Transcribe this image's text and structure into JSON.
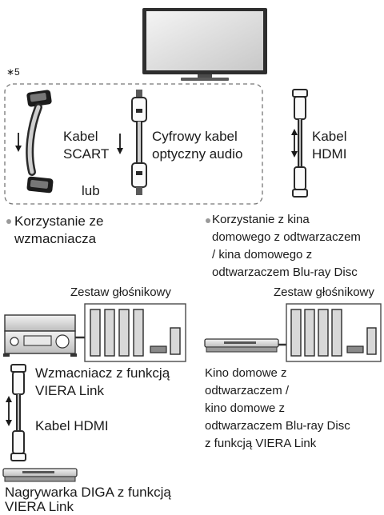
{
  "footnote_mark": "∗5",
  "cables": {
    "scart": {
      "line1": "Kabel",
      "line2": "SCART"
    },
    "optical": {
      "line1": "Cyfrowy kabel",
      "line2": "optyczny audio"
    },
    "or": "lub",
    "hdmi": {
      "line1": "Kabel",
      "line2": "HDMI"
    }
  },
  "usage": {
    "amplifier": {
      "line1": "Korzystanie ze",
      "line2": "wzmacniacza"
    },
    "home_theater": {
      "line1": "Korzystanie z kina",
      "line2": "domowego z odtwarzaczem",
      "line3": "/ kina domowego z",
      "line4": "odtwarzaczem Blu-ray Disc"
    }
  },
  "speakers": {
    "left_label": "Zestaw głośnikowy",
    "right_label": "Zestaw głośnikowy"
  },
  "amplifier_label": {
    "line1": "Wzmacniacz z funkcją",
    "line2": "VIERA Link"
  },
  "hdmi_cable_label": "Kabel HDMI",
  "recorder_label": {
    "line1": "Nagrywarka DIGA z funkcją",
    "line2": "VIERA Link"
  },
  "home_theater_label": {
    "line1": "Kino domowe z",
    "line2": "odtwarzaczem /",
    "line3": "kino domowe z",
    "line4": "odtwarzaczem Blu-ray Disc",
    "line5": "z funkcją VIERA Link"
  }
}
